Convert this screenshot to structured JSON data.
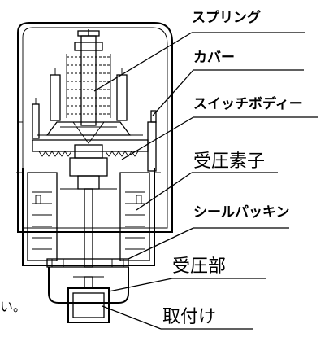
{
  "labels": {
    "spring": "スプリング",
    "cover": "カバー",
    "switch_body": "スイッチボディー",
    "pressure_element": "受圧素子",
    "seal_packing": "シールパッキン",
    "pressure_part": "受圧部",
    "mounting": "取付け",
    "fragment": "い。"
  }
}
